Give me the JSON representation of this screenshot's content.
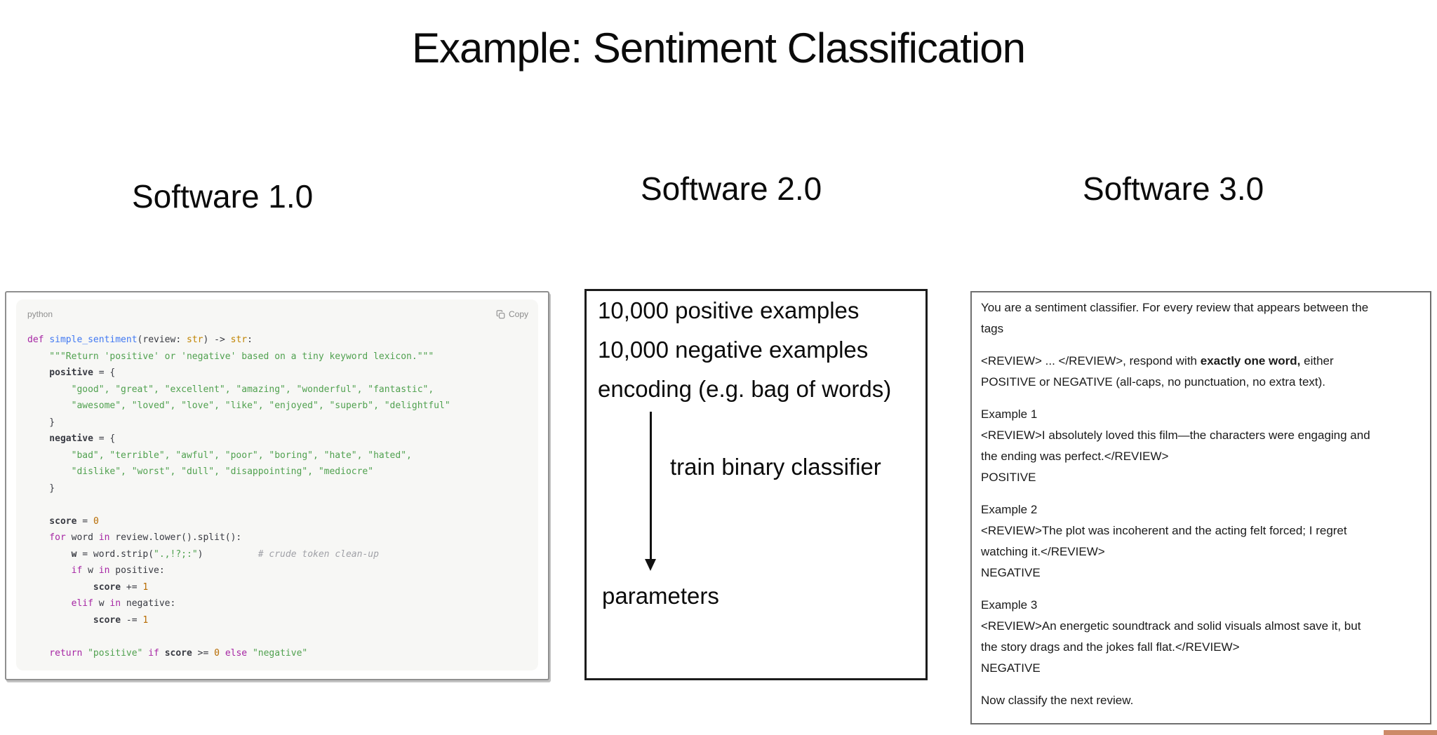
{
  "slide": {
    "title": "Example: Sentiment Classification"
  },
  "columns": {
    "software1": {
      "title": "Software 1.0"
    },
    "software2": {
      "title": "Software 2.0"
    },
    "software3": {
      "title": "Software 3.0"
    }
  },
  "code_block": {
    "language_label": "python",
    "copy_label": "Copy",
    "lines": [
      [
        [
          "k",
          "def"
        ],
        [
          "p",
          " "
        ],
        [
          "f",
          "simple_sentiment"
        ],
        [
          "p",
          "(review: "
        ],
        [
          "t",
          "str"
        ],
        [
          "p",
          ") -> "
        ],
        [
          "t",
          "str"
        ],
        [
          "p",
          ":"
        ]
      ],
      [
        [
          "s",
          "    \"\"\"Return 'positive' or 'negative' based on a tiny keyword lexicon.\"\"\""
        ]
      ],
      [
        [
          "v",
          "    positive"
        ],
        [
          "p",
          " = {"
        ]
      ],
      [
        [
          "s",
          "        \"good\", \"great\", \"excellent\", \"amazing\", \"wonderful\", \"fantastic\","
        ]
      ],
      [
        [
          "s",
          "        \"awesome\", \"loved\", \"love\", \"like\", \"enjoyed\", \"superb\", \"delightful\""
        ]
      ],
      [
        [
          "p",
          "    }"
        ]
      ],
      [
        [
          "v",
          "    negative"
        ],
        [
          "p",
          " = {"
        ]
      ],
      [
        [
          "s",
          "        \"bad\", \"terrible\", \"awful\", \"poor\", \"boring\", \"hate\", \"hated\","
        ]
      ],
      [
        [
          "s",
          "        \"dislike\", \"worst\", \"dull\", \"disappointing\", \"mediocre\""
        ]
      ],
      [
        [
          "p",
          "    }"
        ]
      ],
      [],
      [
        [
          "v",
          "    score"
        ],
        [
          "p",
          " = "
        ],
        [
          "n",
          "0"
        ]
      ],
      [
        [
          "k",
          "    for"
        ],
        [
          "p",
          " word "
        ],
        [
          "k",
          "in"
        ],
        [
          "p",
          " review.lower().split():"
        ]
      ],
      [
        [
          "v",
          "        w"
        ],
        [
          "p",
          " = word.strip("
        ],
        [
          "s",
          "\".,!?;:\""
        ],
        [
          "p",
          ")          "
        ],
        [
          "c",
          "# crude token clean-up"
        ]
      ],
      [
        [
          "k",
          "        if"
        ],
        [
          "p",
          " w "
        ],
        [
          "k",
          "in"
        ],
        [
          "p",
          " positive:"
        ]
      ],
      [
        [
          "v",
          "            score"
        ],
        [
          "p",
          " += "
        ],
        [
          "n",
          "1"
        ]
      ],
      [
        [
          "k",
          "        elif"
        ],
        [
          "p",
          " w "
        ],
        [
          "k",
          "in"
        ],
        [
          "p",
          " negative:"
        ]
      ],
      [
        [
          "v",
          "            score"
        ],
        [
          "p",
          " -= "
        ],
        [
          "n",
          "1"
        ]
      ],
      [],
      [
        [
          "k",
          "    return"
        ],
        [
          "p",
          " "
        ],
        [
          "s",
          "\"positive\""
        ],
        [
          "p",
          " "
        ],
        [
          "k",
          "if"
        ],
        [
          "p",
          " "
        ],
        [
          "v",
          "score"
        ],
        [
          "p",
          " >= "
        ],
        [
          "n",
          "0"
        ],
        [
          "p",
          " "
        ],
        [
          "k",
          "else"
        ],
        [
          "p",
          " "
        ],
        [
          "s",
          "\"negative\""
        ]
      ]
    ]
  },
  "diagram": {
    "input_lines": [
      "10,000 positive examples",
      "10,000 negative examples",
      "encoding (e.g. bag of words)"
    ],
    "arrow_label": "train binary classifier",
    "result_label": "parameters"
  },
  "prompt_panel": {
    "paragraphs": [
      {
        "lines": [
          [
            {
              "t": "You are a sentiment classifier. For every review that appears between the"
            }
          ],
          [
            {
              "t": "tags"
            }
          ]
        ]
      },
      {
        "lines": [
          [
            {
              "t": "<REVIEW> ... </REVIEW>, respond with "
            },
            {
              "t": "exactly one word,",
              "b": true
            },
            {
              "t": " either"
            }
          ],
          [
            {
              "t": "POSITIVE or NEGATIVE (all-caps, no punctuation, no extra text)."
            }
          ]
        ]
      },
      {
        "lines": [
          [
            {
              "t": "Example 1"
            }
          ],
          [
            {
              "t": "<REVIEW>I absolutely loved this film—the characters were engaging and"
            }
          ],
          [
            {
              "t": "the ending was perfect.</REVIEW>"
            }
          ],
          [
            {
              "t": "POSITIVE"
            }
          ]
        ]
      },
      {
        "lines": [
          [
            {
              "t": "Example 2"
            }
          ],
          [
            {
              "t": "<REVIEW>The plot was incoherent and the acting felt forced; I regret"
            }
          ],
          [
            {
              "t": "watching it.</REVIEW>"
            }
          ],
          [
            {
              "t": "NEGATIVE"
            }
          ]
        ]
      },
      {
        "lines": [
          [
            {
              "t": "Example 3"
            }
          ],
          [
            {
              "t": "<REVIEW>An energetic soundtrack and solid visuals almost save it, but"
            }
          ],
          [
            {
              "t": "the story drags and the jokes fall flat.</REVIEW>"
            }
          ],
          [
            {
              "t": "NEGATIVE"
            }
          ]
        ]
      },
      {
        "lines": [
          [
            {
              "t": "Now classify the next review."
            }
          ]
        ]
      }
    ]
  },
  "colors": {
    "corner_accent": "#cd8a68",
    "code_keyword": "#a626a4",
    "code_function": "#4078f2",
    "code_string": "#50a14f",
    "code_number": "#b76b01",
    "code_comment": "#a0a1a7",
    "code_text": "#383a42",
    "code_background": "#f7f7f5"
  }
}
